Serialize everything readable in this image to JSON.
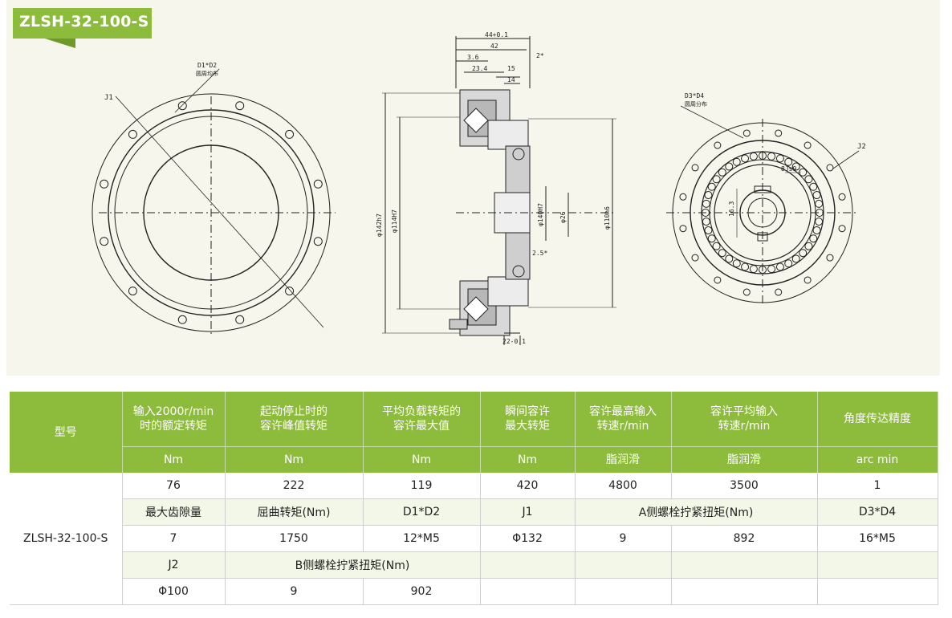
{
  "model_tag": "ZLSH-32-100-S",
  "drawing": {
    "left_view": {
      "bolt_label": "D1*D2",
      "bolt_note": "圆周均布",
      "pcd_label": "J1"
    },
    "section_view": {
      "dims_top": [
        "44+0.1",
        "42",
        "3.6",
        "23.4",
        "15",
        "14",
        "2*"
      ],
      "dims_vert": [
        "φ142h7",
        "φ114H7",
        "φ140H7",
        "φ26",
        "φ110h6"
      ],
      "dims_small": [
        "2.5*",
        "22-0.1"
      ]
    },
    "right_view": {
      "bolt_label": "D3*D4",
      "bolt_note": "圆周分布",
      "pcd_label": "J2",
      "key_label": "8Js9",
      "shaft_label": "16.3"
    }
  },
  "table": {
    "header": {
      "model": "型号",
      "cols": [
        "输入2000r/min\n时的额定转矩",
        "起动停止时的\n容许峰值转矩",
        "平均负载转矩的\n容许最大值",
        "瞬间容许\n最大转矩",
        "容许最高输入\n转速r/min",
        "容许平均输入\n转速r/min",
        "角度传达精度"
      ],
      "units": [
        "Nm",
        "Nm",
        "Nm",
        "Nm",
        "脂润滑",
        "脂润滑",
        "arc min"
      ]
    },
    "model_name": "ZLSH-32-100-S",
    "rows": [
      [
        "76",
        "222",
        "119",
        "420",
        "4800",
        "3500",
        "1"
      ],
      [
        "最大齿隙量",
        "屈曲转矩(Nm)",
        "D1*D2",
        "J1",
        "A侧螺栓拧紧扭矩(Nm)",
        "",
        "D3*D4"
      ],
      [
        "7",
        "1750",
        "12*M5",
        "Φ132",
        "9",
        "892",
        "16*M5"
      ],
      [
        "J2",
        "B侧螺栓拧紧扭矩(Nm)",
        "",
        "",
        "",
        "",
        ""
      ],
      [
        "Φ100",
        "9",
        "902",
        "",
        "",
        "",
        ""
      ]
    ]
  },
  "colors": {
    "accent": "#8dbb3c",
    "accent_dark": "#6f9a2a",
    "drawing_bg": "#f6f6ec",
    "alt_row": "#f3f7e8"
  }
}
